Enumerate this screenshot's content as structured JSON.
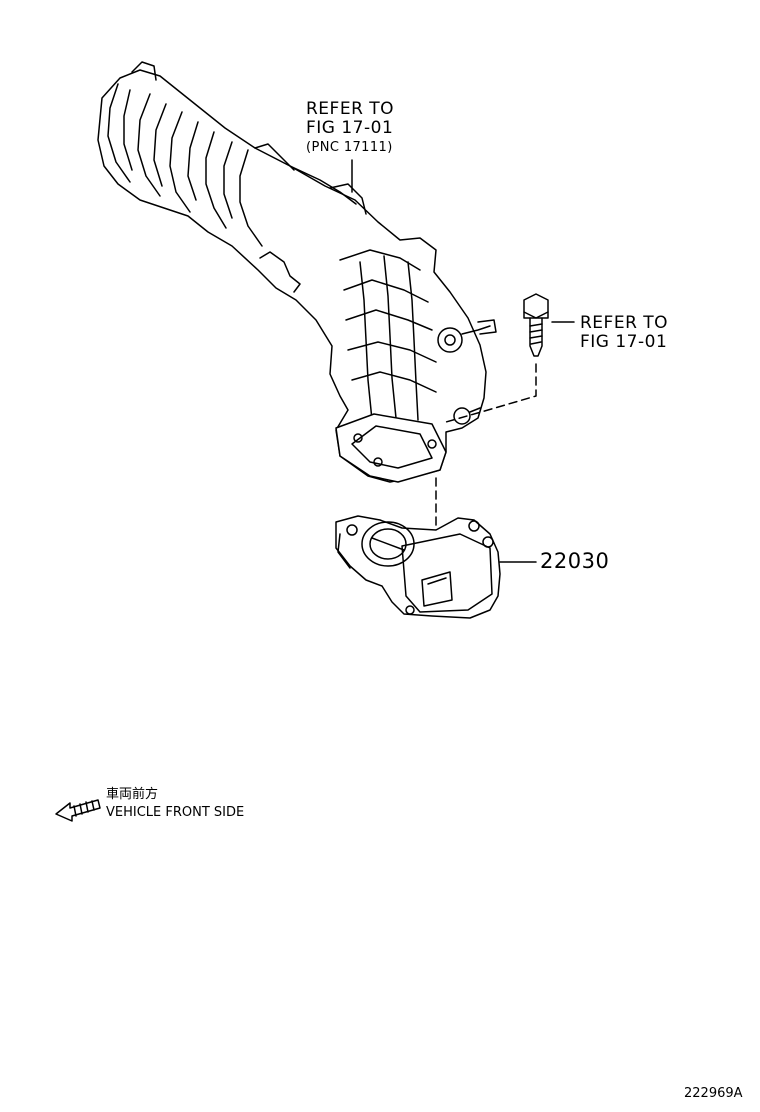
{
  "callouts": {
    "manifold_ref": {
      "line1": "REFER TO",
      "line2": "FIG 17-01",
      "line3": "(PNC 17111)"
    },
    "bolt_ref": {
      "line1": "REFER TO",
      "line2": "FIG 17-01"
    }
  },
  "parts": {
    "throttle_body_number": "22030"
  },
  "legend": {
    "japanese_label": "車両前方",
    "english_label": "VEHICLE FRONT SIDE",
    "arrow_icon": "left-arrow-icon"
  },
  "footer": {
    "illustration_id": "222969A"
  },
  "colors": {
    "line": "#000000",
    "background": "#ffffff"
  }
}
